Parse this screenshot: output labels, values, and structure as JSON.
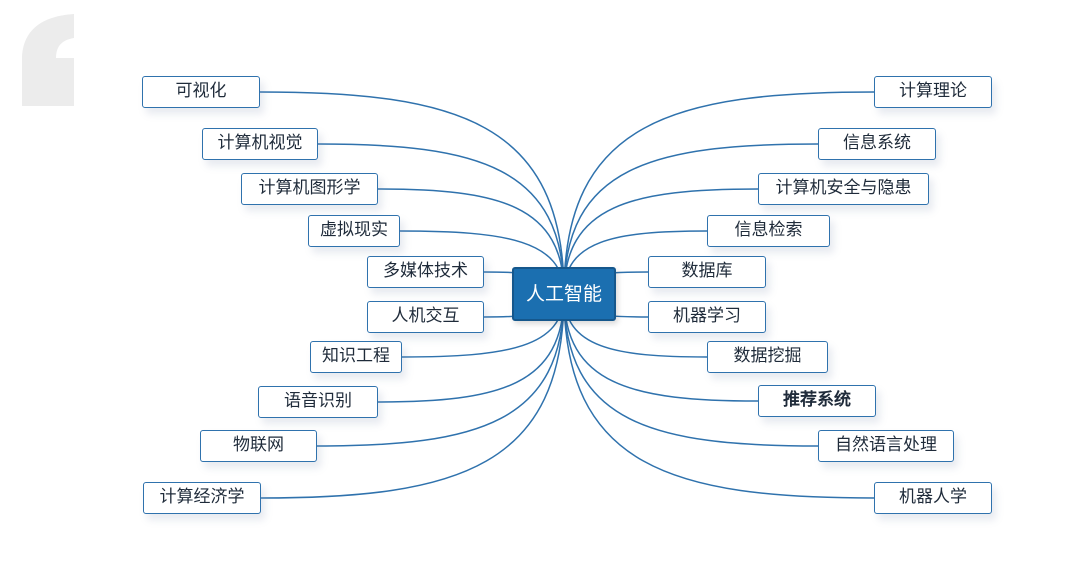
{
  "center": {
    "label": "人工智能"
  },
  "colors": {
    "accent": "#1b6fb0",
    "line": "#2f72ad",
    "quote_mark": "#ececec"
  },
  "left_nodes": [
    {
      "key": "visualization",
      "label": "可视化",
      "bold": false
    },
    {
      "key": "computer-vision",
      "label": "计算机视觉",
      "bold": false
    },
    {
      "key": "computer-graphics",
      "label": "计算机图形学",
      "bold": false
    },
    {
      "key": "virtual-reality",
      "label": "虚拟现实",
      "bold": false
    },
    {
      "key": "multimedia",
      "label": "多媒体技术",
      "bold": false
    },
    {
      "key": "hci",
      "label": "人机交互",
      "bold": false
    },
    {
      "key": "knowledge-engineering",
      "label": "知识工程",
      "bold": false
    },
    {
      "key": "speech-recognition",
      "label": "语音识别",
      "bold": false
    },
    {
      "key": "iot",
      "label": "物联网",
      "bold": false
    },
    {
      "key": "computational-economics",
      "label": "计算经济学",
      "bold": false
    }
  ],
  "right_nodes": [
    {
      "key": "computation-theory",
      "label": "计算理论",
      "bold": false
    },
    {
      "key": "information-systems",
      "label": "信息系统",
      "bold": false
    },
    {
      "key": "security-privacy",
      "label": "计算机安全与隐患",
      "bold": false
    },
    {
      "key": "information-retrieval",
      "label": "信息检索",
      "bold": false
    },
    {
      "key": "database",
      "label": "数据库",
      "bold": false
    },
    {
      "key": "machine-learning",
      "label": "机器学习",
      "bold": false
    },
    {
      "key": "data-mining",
      "label": "数据挖掘",
      "bold": false
    },
    {
      "key": "recommender-systems",
      "label": "推荐系统",
      "bold": true
    },
    {
      "key": "nlp",
      "label": "自然语言处理",
      "bold": false
    },
    {
      "key": "robotics",
      "label": "机器人学",
      "bold": false
    }
  ]
}
